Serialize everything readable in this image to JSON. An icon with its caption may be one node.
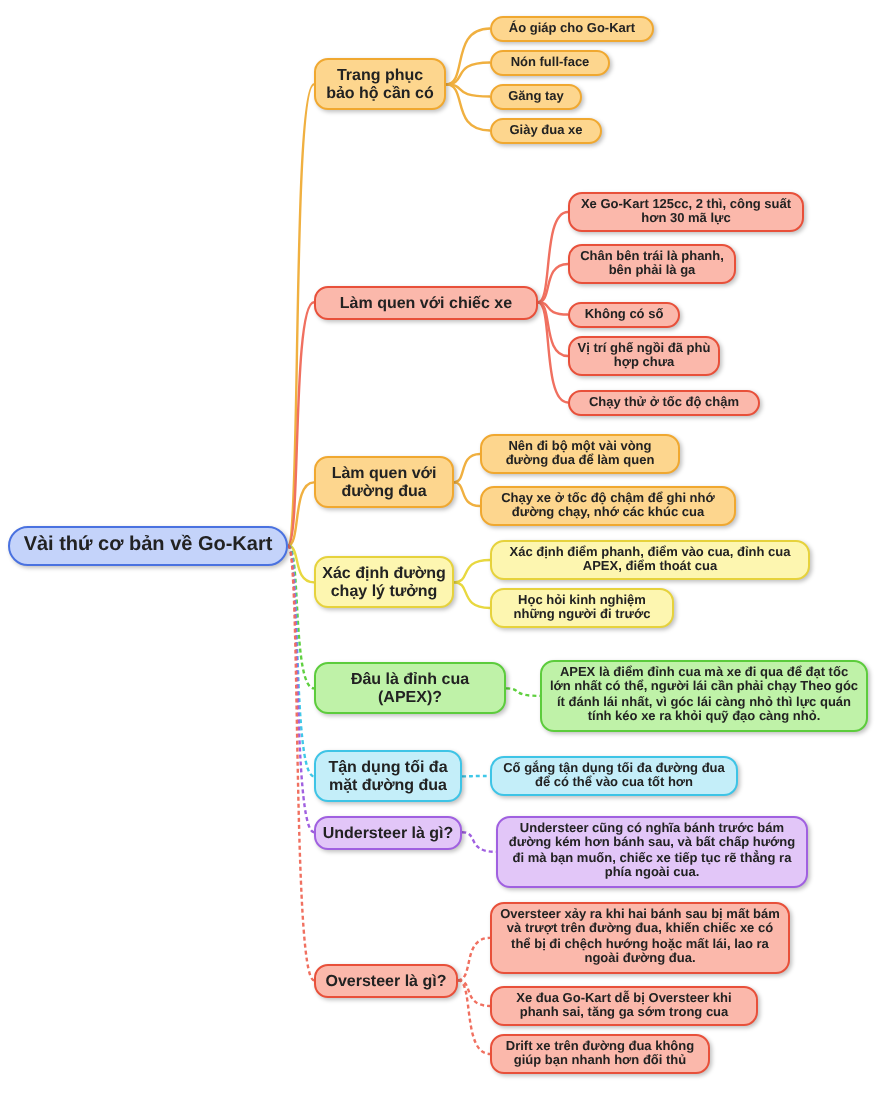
{
  "diagram": {
    "nodes": [
      {
        "text": [
          "Vài thứ cơ bản về Go-Kart"
        ]
      },
      {
        "text": [
          "Trang phục bảo hộ cần có"
        ]
      },
      {
        "text": [
          "Áo giáp cho Go-Kart"
        ]
      },
      {
        "text": [
          "Nón full-face"
        ]
      },
      {
        "text": [
          "Găng tay"
        ]
      },
      {
        "text": [
          "Giày đua xe"
        ]
      },
      {
        "text": [
          "Làm quen với chiếc xe"
        ]
      },
      {
        "text": [
          "Xe Go-Kart 125cc, 2 thì, công suất hơn 30 mã lực"
        ]
      },
      {
        "text": [
          "Chân bên trái là phanh, bên phải là ga"
        ]
      },
      {
        "text": [
          "Không có số"
        ]
      },
      {
        "text": [
          "Vị trí ghế ngồi đã phù hợp chưa"
        ]
      },
      {
        "text": [
          "Chạy thử ở tốc độ chậm"
        ]
      },
      {
        "text": [
          "Làm quen với đường đua"
        ]
      },
      {
        "text": [
          "Nên đi bộ một vài vòng đường đua để làm quen"
        ]
      },
      {
        "text": [
          "Chạy xe ở tốc độ chậm để ghi nhớ đường chạy, nhớ các khúc cua"
        ]
      },
      {
        "text": [
          "Xác định đường chạy lý tưởng"
        ]
      },
      {
        "text": [
          "Xác định điểm phanh, điểm vào cua, đỉnh cua APEX, điểm thoát cua"
        ]
      },
      {
        "text": [
          "Học hỏi kinh nghiệm những người đi trước"
        ]
      },
      {
        "text": [
          "Đâu là đỉnh cua (APEX)?"
        ]
      },
      {
        "text": [
          "APEX là điểm đỉnh cua mà xe đi qua để đạt tốc lớn nhất có thể, người lái cần phải chạy Theo góc ít đánh lái nhất, vì góc lái càng nhỏ thì lực quán tính kéo xe ra khỏi quỹ đạo càng nhỏ."
        ]
      },
      {
        "text": [
          "Tận dụng tối đa mặt đường đua"
        ]
      },
      {
        "text": [
          "Cố gắng tận dụng tối đa đường đua để có thể vào cua tốt hơn"
        ]
      },
      {
        "text": [
          "Understeer là gì?"
        ]
      },
      {
        "text": [
          "Understeer cũng có nghĩa bánh trước bám đường kém hơn bánh sau, và bất chấp hướng đi mà bạn muốn, chiếc xe tiếp tục rẽ thẳng ra phía ngoài cua."
        ]
      },
      {
        "text": [
          "Oversteer là gì?"
        ]
      },
      {
        "text": [
          "Oversteer xảy ra khi hai bánh sau bị mất bám và trượt trên đường đua, khiến chiếc xe có thể bị đi chệch hướng hoặc mất lái, lao ra ngoài đường đua."
        ]
      },
      {
        "text": [
          "Xe đua Go-Kart dễ bị Oversteer khi phanh sai, tăng ga sớm trong cua"
        ]
      },
      {
        "text": [
          "Drift xe trên đường đua không giúp bạn nhanh hơn đối thủ"
        ]
      }
    ],
    "edges": [
      {
        "from": 0,
        "to": 1,
        "arrow": "none",
        "color": "#f0b040"
      },
      {
        "from": 1,
        "to": 2,
        "arrow": "none",
        "color": "#f0b040"
      },
      {
        "from": 1,
        "to": 3,
        "arrow": "none",
        "color": "#f0b040"
      },
      {
        "from": 1,
        "to": 4,
        "arrow": "none",
        "color": "#f0b040"
      },
      {
        "from": 1,
        "to": 5,
        "arrow": "none",
        "color": "#f0b040"
      },
      {
        "from": 0,
        "to": 6,
        "arrow": "none",
        "color": "#f07060"
      },
      {
        "from": 6,
        "to": 7,
        "arrow": "none",
        "color": "#f07060"
      },
      {
        "from": 6,
        "to": 8,
        "arrow": "none",
        "color": "#f07060"
      },
      {
        "from": 6,
        "to": 9,
        "arrow": "none",
        "color": "#f07060"
      },
      {
        "from": 6,
        "to": 10,
        "arrow": "none",
        "color": "#f07060"
      },
      {
        "from": 6,
        "to": 11,
        "arrow": "none",
        "color": "#f07060"
      },
      {
        "from": 0,
        "to": 12,
        "arrow": "none",
        "color": "#f0b040"
      },
      {
        "from": 12,
        "to": 13,
        "arrow": "none",
        "color": "#f0b040"
      },
      {
        "from": 12,
        "to": 14,
        "arrow": "none",
        "color": "#f0b040"
      },
      {
        "from": 0,
        "to": 15,
        "arrow": "none",
        "color": "#e8d840"
      },
      {
        "from": 15,
        "to": 16,
        "arrow": "none",
        "color": "#e8d840"
      },
      {
        "from": 15,
        "to": 17,
        "arrow": "none",
        "color": "#e8d840"
      },
      {
        "from": 0,
        "to": 18,
        "arrow": "none",
        "style": "dashed",
        "color": "#60d040"
      },
      {
        "from": 18,
        "to": 19,
        "arrow": "none",
        "style": "dashed",
        "color": "#60d040"
      },
      {
        "from": 0,
        "to": 20,
        "arrow": "none",
        "style": "dashed",
        "color": "#40c8e8"
      },
      {
        "from": 20,
        "to": 21,
        "arrow": "none",
        "style": "dashed",
        "color": "#40c8e8"
      },
      {
        "from": 0,
        "to": 22,
        "arrow": "none",
        "style": "dashed",
        "color": "#a060e0"
      },
      {
        "from": 22,
        "to": 23,
        "arrow": "none",
        "style": "dashed",
        "color": "#a060e0"
      },
      {
        "from": 0,
        "to": 24,
        "arrow": "none",
        "style": "dashed",
        "color": "#f07060"
      },
      {
        "from": 24,
        "to": 25,
        "arrow": "none",
        "style": "dashed",
        "color": "#f07060"
      },
      {
        "from": 24,
        "to": 26,
        "arrow": "none",
        "style": "dashed",
        "color": "#f07060"
      },
      {
        "from": 24,
        "to": 27,
        "arrow": "none",
        "style": "dashed",
        "color": "#f07060"
      }
    ]
  }
}
